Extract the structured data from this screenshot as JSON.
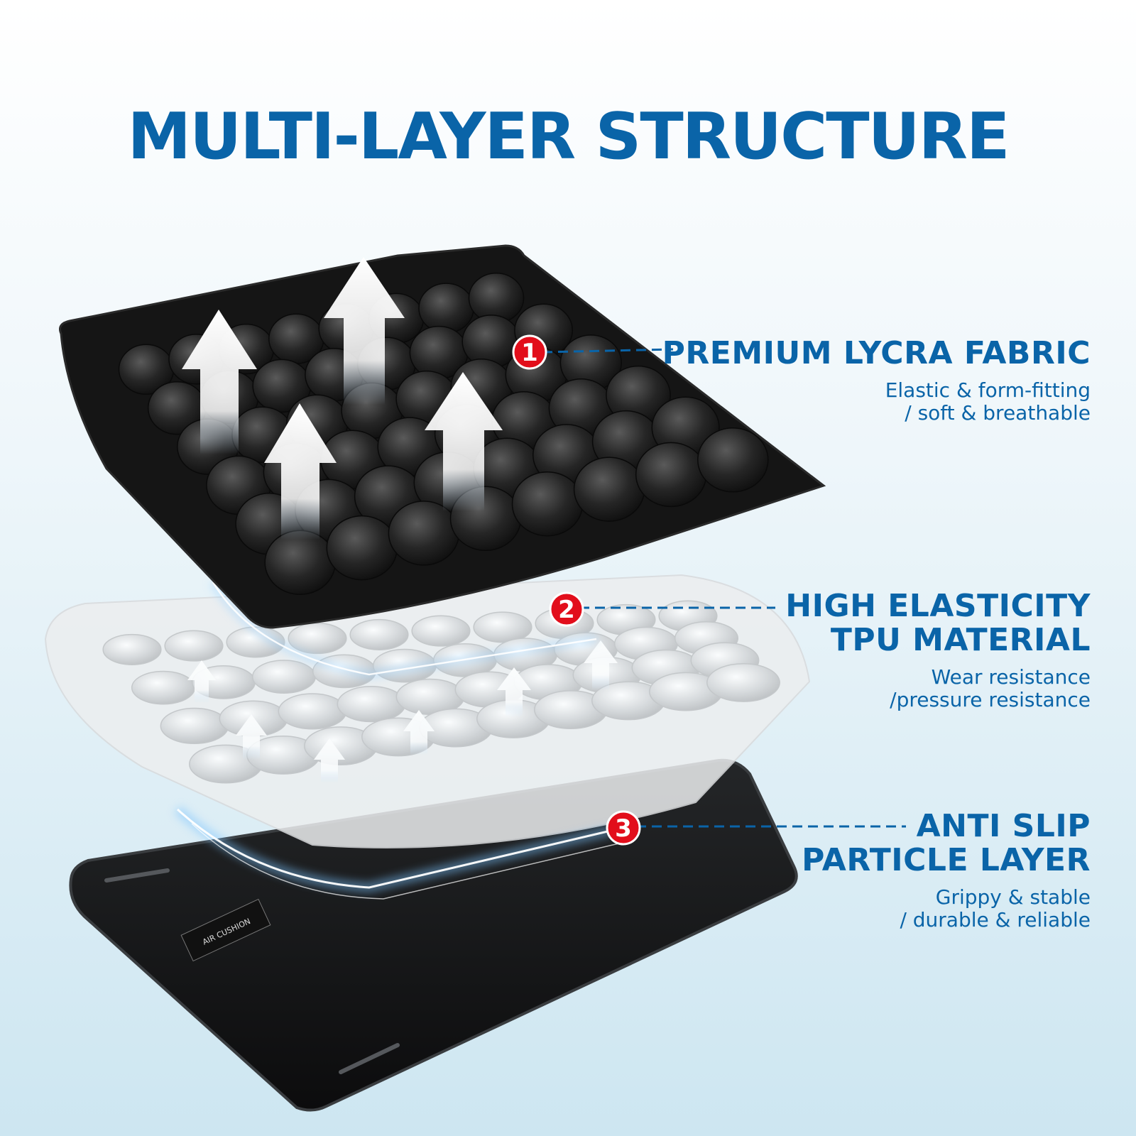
{
  "headline": "MULTI-LAYER STRUCTURE",
  "colors": {
    "brand_blue": "#0a64a8",
    "marker_red": "#e20e1b",
    "background": "#eaf4f9"
  },
  "cushion_label": {
    "line1": "AIR CUSHION",
    "line2": ""
  },
  "layers": [
    {
      "number": "1",
      "title_lines": [
        "PREMIUM LYCRA FABRIC"
      ],
      "desc_lines": [
        "Elastic & form-fitting",
        "/ soft & breathable"
      ]
    },
    {
      "number": "2",
      "title_lines": [
        "HIGH ELASTICITY",
        "TPU MATERIAL"
      ],
      "desc_lines": [
        "Wear resistance",
        "/pressure resistance"
      ]
    },
    {
      "number": "3",
      "title_lines": [
        "ANTI SLIP",
        "PARTICLE LAYER"
      ],
      "desc_lines": [
        "Grippy & stable",
        "/ durable & reliable"
      ]
    }
  ]
}
